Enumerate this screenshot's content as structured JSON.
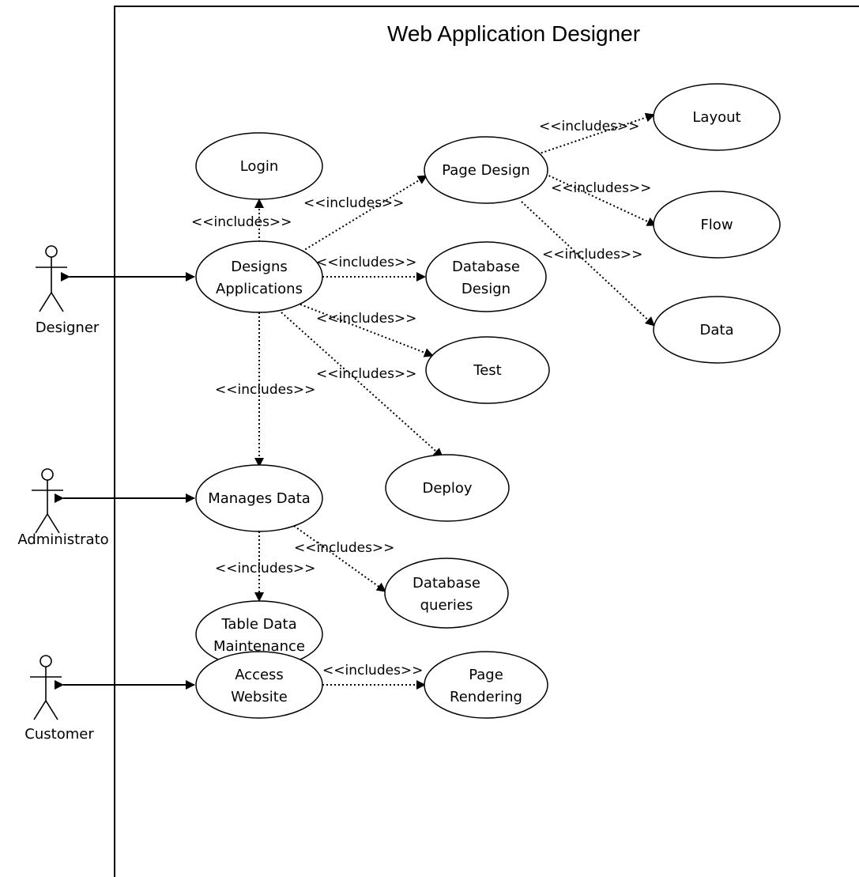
{
  "diagram": {
    "system_title": "Web Application Designer",
    "actors": {
      "designer": "Designer",
      "administrator": "Administrato",
      "customer": "Customer"
    },
    "use_cases": {
      "login": [
        "Login"
      ],
      "designs_applications": [
        "Designs",
        "Applications"
      ],
      "page_design": [
        "Page Design"
      ],
      "layout": [
        "Layout"
      ],
      "flow": [
        "Flow"
      ],
      "data": [
        "Data"
      ],
      "database_design": [
        "Database",
        "Design"
      ],
      "test": [
        "Test"
      ],
      "deploy": [
        "Deploy"
      ],
      "manages_data": [
        "Manages Data"
      ],
      "database_queries": [
        "Database",
        "queries"
      ],
      "table_data_maintenance": [
        "Table Data",
        "Maintenance"
      ],
      "access_website": [
        "Access",
        "Website"
      ],
      "page_rendering": [
        "Page",
        "Rendering"
      ]
    },
    "relation_label": "<<includes>>"
  }
}
